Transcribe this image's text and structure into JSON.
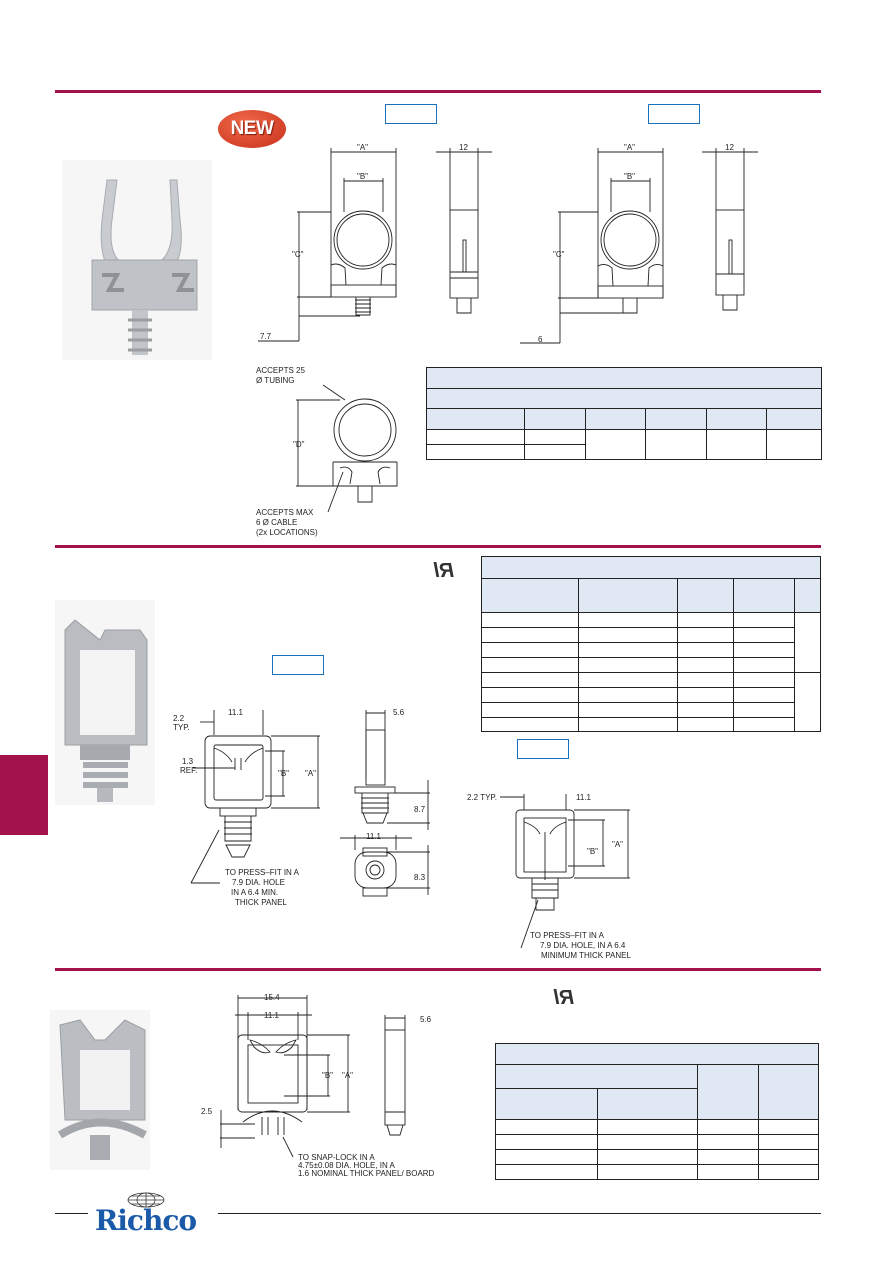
{
  "badges": {
    "new": "NEW"
  },
  "colors": {
    "accent": "#a3124c",
    "table_header": "#e0e8f4",
    "box_outline": "#1a6fbf",
    "logo": "#1b5aa8"
  },
  "section1": {
    "drawing_a": {
      "dim_a": "\"A\"",
      "dim_b": "\"B\"",
      "dim_c": "\"C\"",
      "dim_bottom": "7.7",
      "dim_width": "12"
    },
    "drawing_b": {
      "dim_a": "\"A\"",
      "dim_b": "\"B\"",
      "dim_c": "\"C\"",
      "dim_bottom": "6",
      "dim_width": "12"
    },
    "drawing_d": {
      "dim_d": "\"D\"",
      "note_top_1": "ACCEPTS 25",
      "note_top_2": "Ø TUBING",
      "note_bottom_1": "ACCEPTS MAX",
      "note_bottom_2": "6 Ø CABLE",
      "note_bottom_3": "(2x LOCATIONS)"
    }
  },
  "section2": {
    "drawing_a": {
      "dim_top": "11.1",
      "dim_typ_1": "2.2",
      "dim_typ_2": "TYP.",
      "dim_ref_1": "1.3",
      "dim_ref_2": "REF.",
      "dim_b": "\"B\"",
      "dim_a": "\"A\"",
      "note_1": "TO  PRESS–FIT  IN  A",
      "note_2": "7.9  DIA.  HOLE",
      "note_3": "IN  A  6.4 MIN.",
      "note_4": "THICK  PANEL"
    },
    "drawing_side": {
      "dim_width": "5.6",
      "dim_h1": "8.7",
      "dim_base": "11.1",
      "dim_h2": "8.3"
    },
    "drawing_b": {
      "dim_typ": "2.2 TYP.",
      "dim_top": "11.1",
      "dim_b": "\"B\"",
      "dim_a": "\"A\"",
      "note_1": "TO  PRESS–FIT  IN  A",
      "note_2": "7.9  DIA.  HOLE,  IN  A  6.4",
      "note_3": "MINIMUM  THICK  PANEL"
    }
  },
  "section3": {
    "drawing": {
      "dim_outer": "15.4",
      "dim_inner": "11.1",
      "dim_width": "5.6",
      "dim_b": "\"B\"",
      "dim_a": "\"A\"",
      "dim_left": "2.5",
      "note_1": "TO SNAP-LOCK IN A",
      "note_2": "4.75±0.08  DIA. HOLE, IN A",
      "note_3": "1.6  NOMINAL THICK PANEL/ BOARD"
    }
  },
  "logo": {
    "brand": "Richco"
  }
}
